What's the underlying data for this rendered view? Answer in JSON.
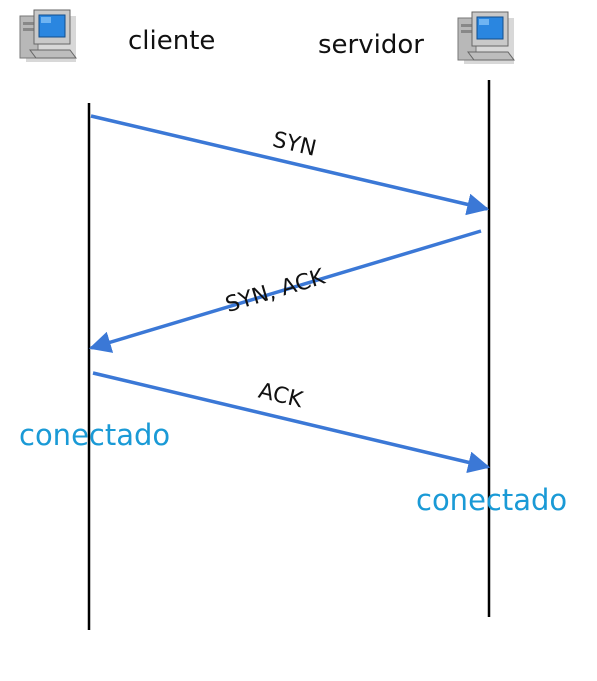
{
  "hosts": {
    "client": {
      "label": "cliente",
      "icon": "desktop-computer-icon"
    },
    "server": {
      "label": "servidor",
      "icon": "desktop-computer-icon"
    }
  },
  "messages": [
    {
      "label": "SYN",
      "from": "client",
      "to": "server"
    },
    {
      "label": "SYN, ACK",
      "from": "server",
      "to": "client"
    },
    {
      "label": "ACK",
      "from": "client",
      "to": "server"
    }
  ],
  "states": {
    "client": "conectado",
    "server": "conectado"
  },
  "colors": {
    "arrow": "#3b78d6",
    "state_text": "#1a9ad6",
    "timeline": "#000000",
    "monitor_screen": "#2a86e0",
    "monitor_case": "#c9c9c9"
  }
}
